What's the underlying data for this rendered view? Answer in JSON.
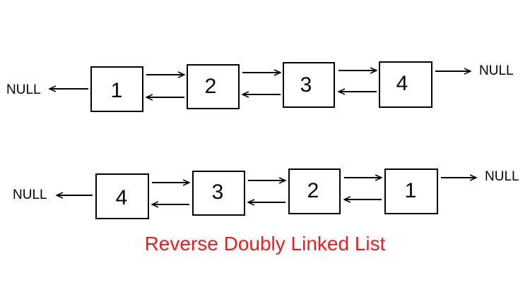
{
  "colors": {
    "caption": "#ee1c1c",
    "stroke": "#000000"
  },
  "before": {
    "left_null": "NULL",
    "right_null": "NULL",
    "nodes": [
      "1",
      "2",
      "3",
      "4"
    ]
  },
  "after": {
    "left_null": "NULL",
    "right_null": "NULL",
    "nodes": [
      "4",
      "3",
      "2",
      "1"
    ]
  },
  "caption": "Reverse Doubly Linked List"
}
